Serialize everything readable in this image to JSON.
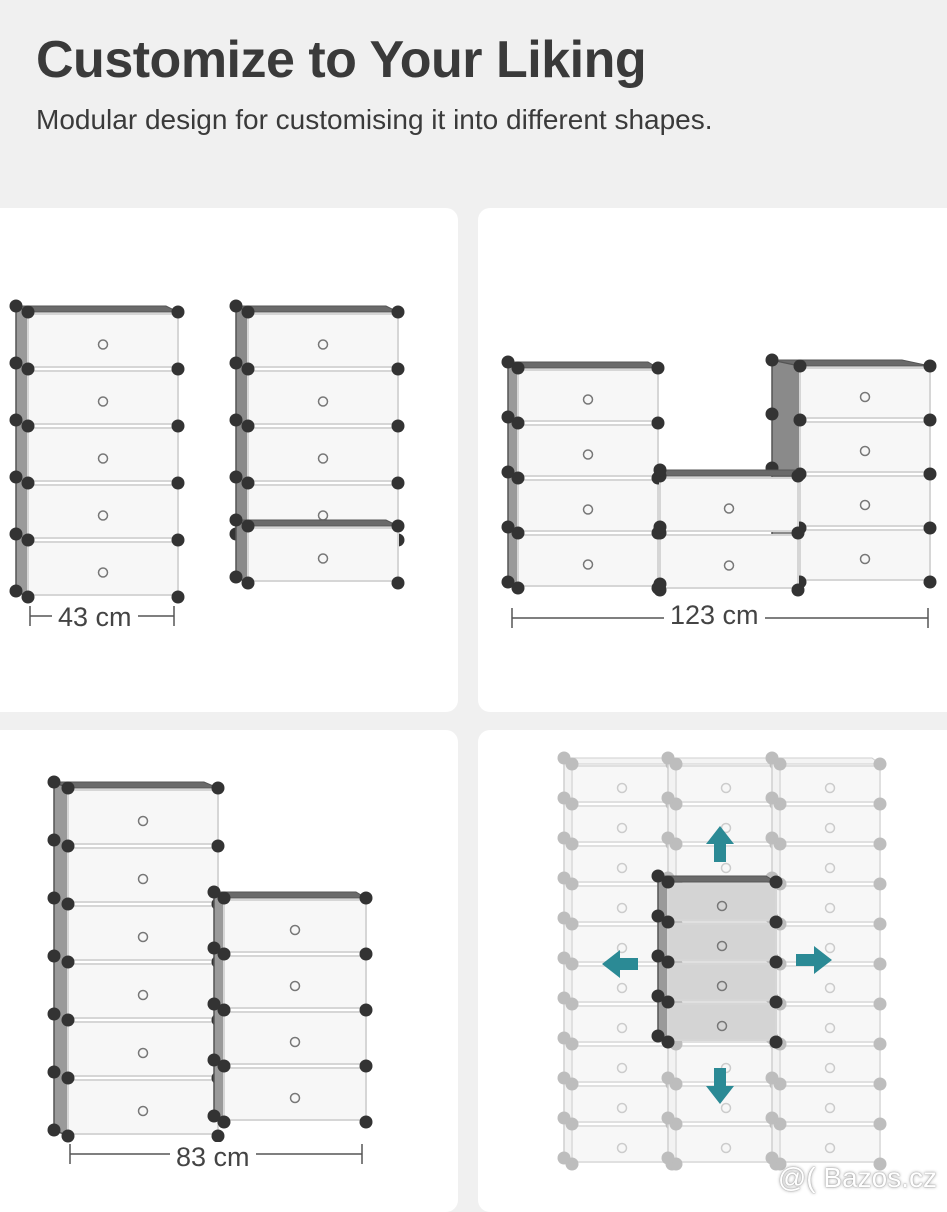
{
  "header": {
    "title": "Customize to Your Liking",
    "subtitle": "Modular design for customising it into different shapes."
  },
  "panels": [
    {
      "dimension": "43 cm"
    },
    {
      "dimension": "123 cm"
    },
    {
      "dimension": "83 cm"
    },
    {
      "dimension": ""
    }
  ],
  "watermark": "@( Bazos.cz",
  "colors": {
    "background": "#f0f0f0",
    "panel": "#ffffff",
    "frame": "#555555",
    "connector": "#333333",
    "door": "#f7f7f7",
    "arrow": "#2b8a95"
  },
  "icons": [
    "arrow-up-icon",
    "arrow-down-icon",
    "arrow-left-icon",
    "arrow-right-icon"
  ]
}
